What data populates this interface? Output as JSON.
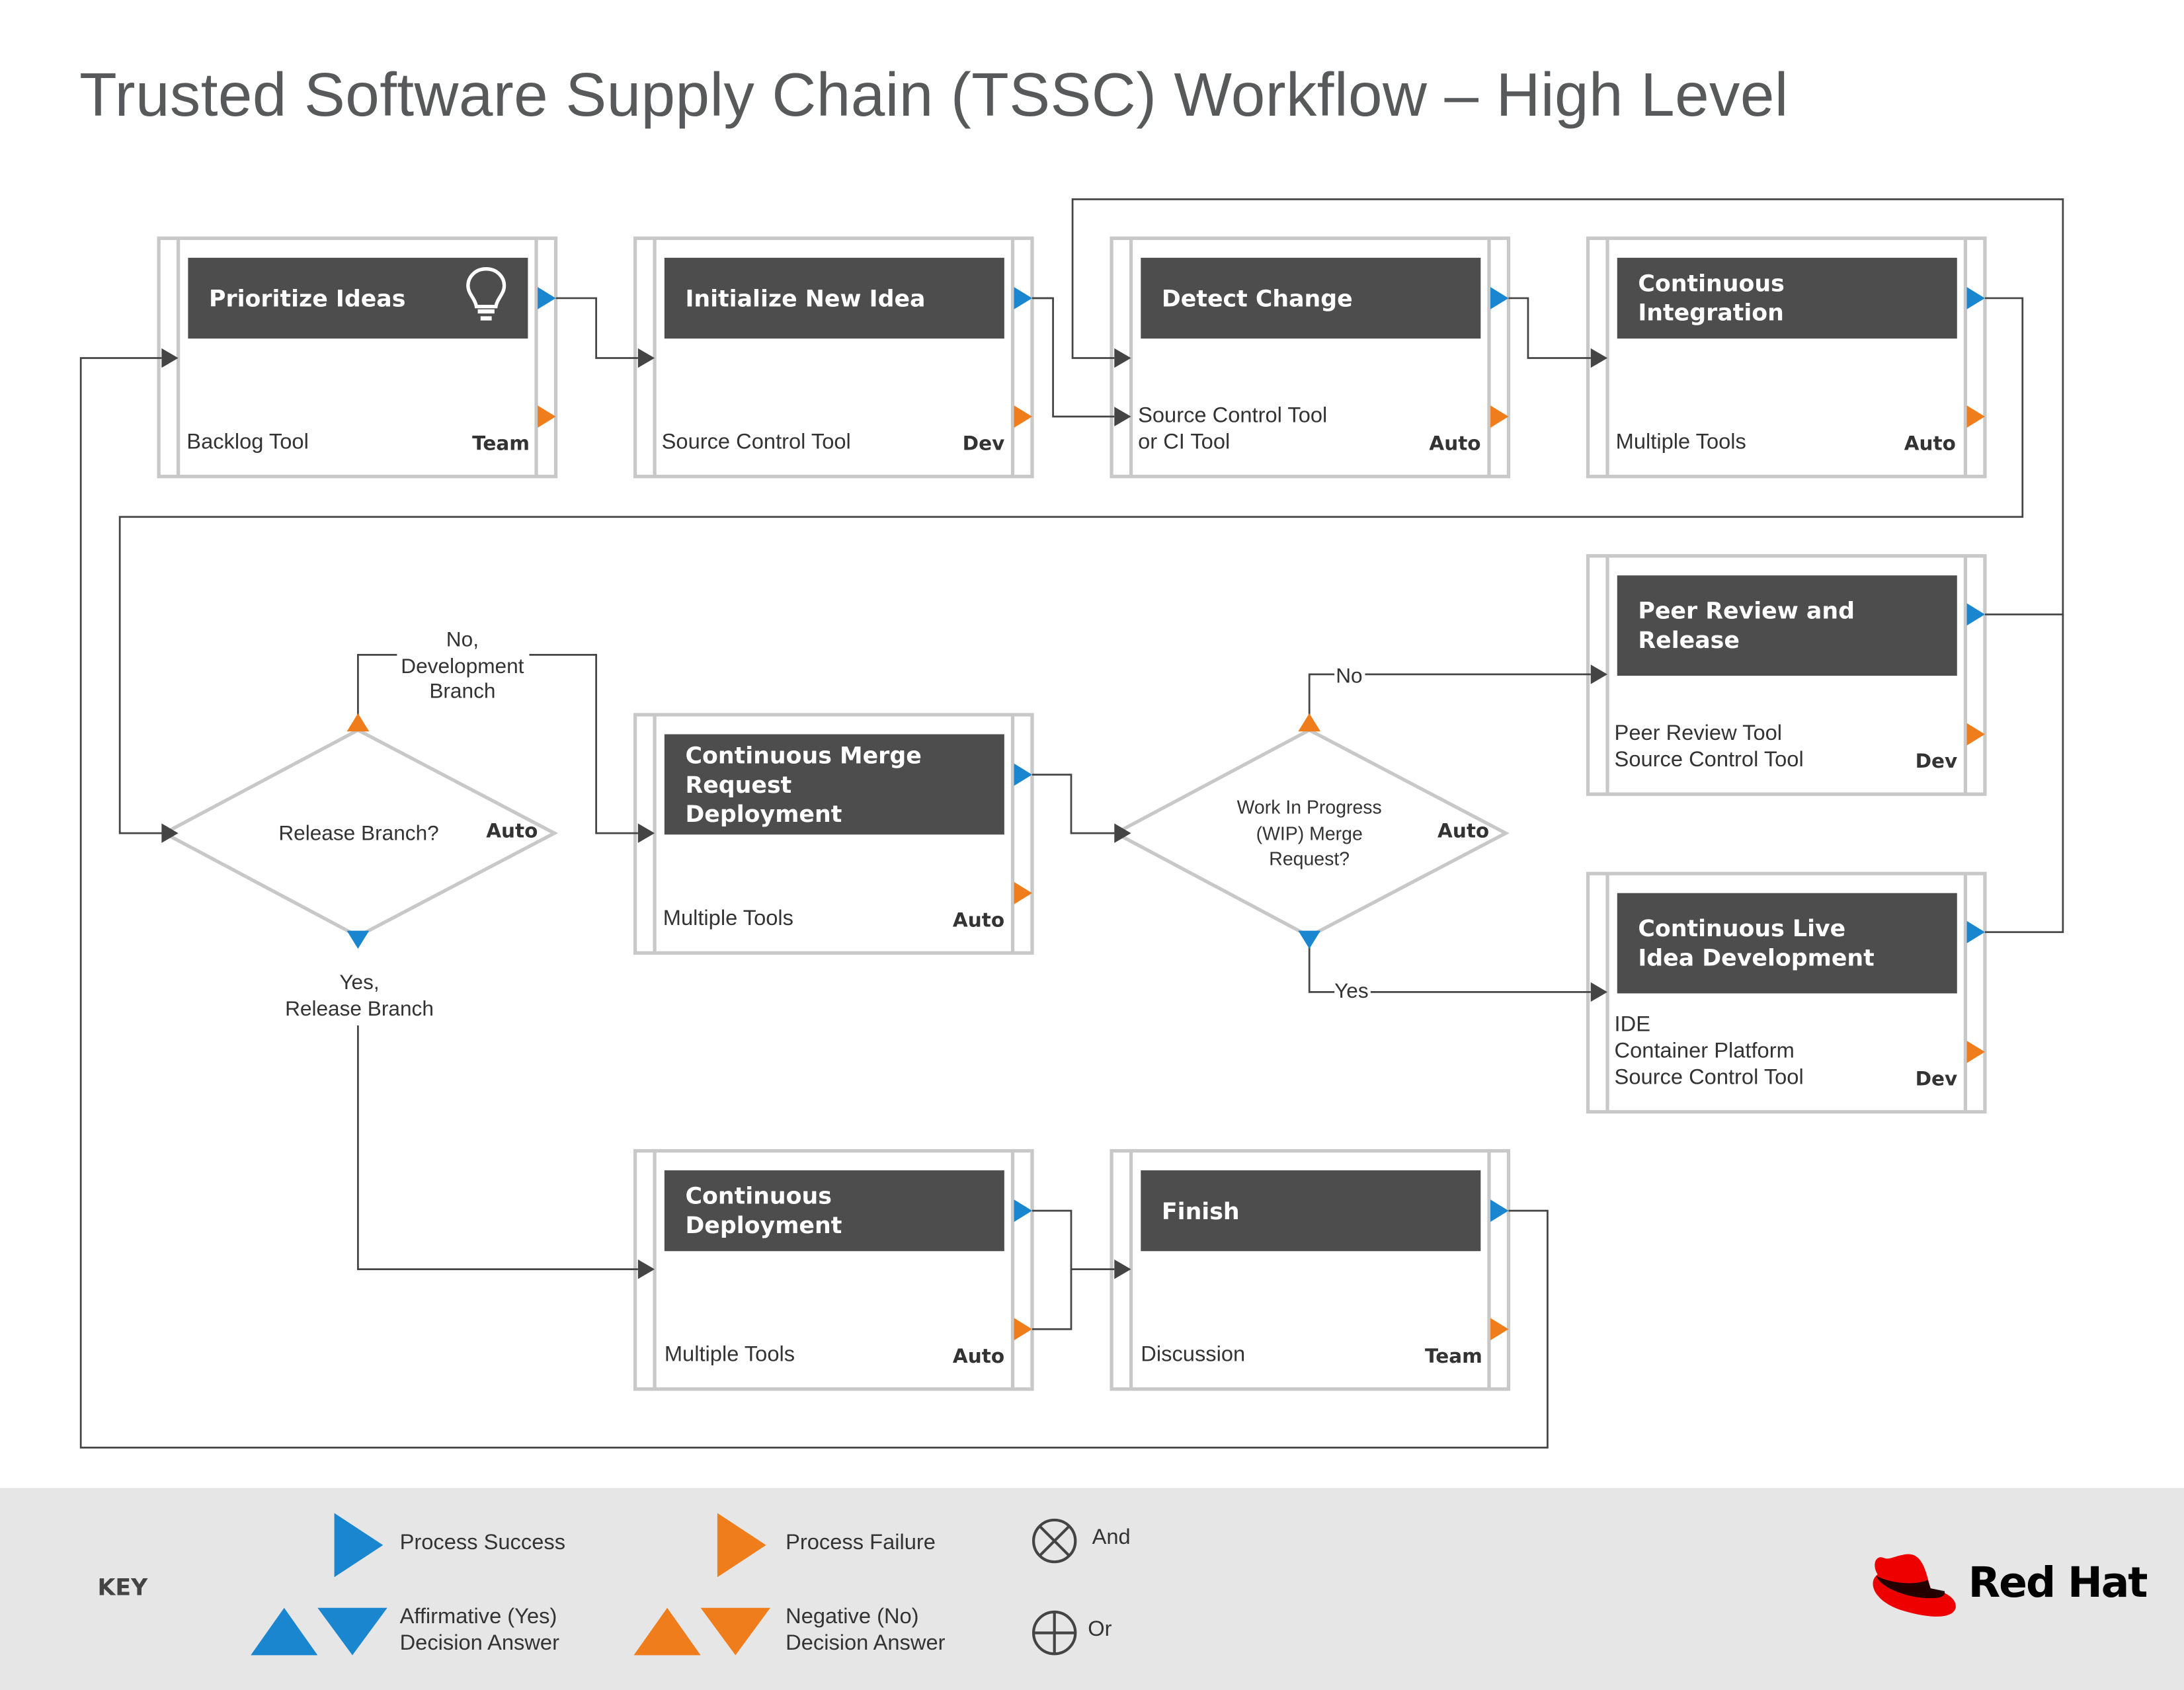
{
  "title": "Trusted Software Supply Chain (TSSC) Workflow – High Level",
  "colors": {
    "success": "#1a86d0",
    "failure": "#ef7d1b",
    "header_bg": "#4d4d4d",
    "frame": "#c8c8c8",
    "connector": "#444444",
    "key_bg": "#e6e6e6",
    "brand_red": "#ee0000"
  },
  "cards": {
    "prioritize": {
      "title": "Prioritize Ideas",
      "tool": "Backlog Tool",
      "role": "Team",
      "icon": "lightbulb-icon"
    },
    "initialize": {
      "title": "Initialize New Idea",
      "tool": "Source Control Tool",
      "role": "Dev"
    },
    "detect": {
      "title": "Detect Change",
      "tool_line1": "Source Control Tool",
      "tool_line2": "or CI Tool",
      "role": "Auto"
    },
    "ci": {
      "title_line1": "Continuous",
      "title_line2": "Integration",
      "tool": "Multiple Tools",
      "role": "Auto"
    },
    "peer": {
      "title_line1": "Peer Review and",
      "title_line2": "Release",
      "tool_line1": "Peer Review Tool",
      "tool_line2": "Source Control Tool",
      "role": "Dev"
    },
    "merge": {
      "title_line1": "Continuous Merge",
      "title_line2": "Request",
      "title_line3": "Deployment",
      "tool": "Multiple Tools",
      "role": "Auto"
    },
    "live": {
      "title_line1": "Continuous Live",
      "title_line2": "Idea Development",
      "tool_line1": "IDE",
      "tool_line2": "Container Platform",
      "tool_line3": "Source Control Tool",
      "role": "Dev"
    },
    "deploy": {
      "title_line1": "Continuous",
      "title_line2": "Deployment",
      "tool": "Multiple Tools",
      "role": "Auto"
    },
    "finish": {
      "title": "Finish",
      "tool": "Discussion",
      "role": "Team"
    }
  },
  "decisions": {
    "release": {
      "question": "Release Branch?",
      "role": "Auto",
      "no_line1": "No,",
      "no_line2": "Development",
      "no_line3": "Branch",
      "yes_line1": "Yes,",
      "yes_line2": "Release Branch"
    },
    "wip": {
      "question_line1": "Work In Progress",
      "question_line2": "(WIP) Merge",
      "question_line3": "Request?",
      "role": "Auto",
      "no": "No",
      "yes": "Yes"
    }
  },
  "key": {
    "heading": "KEY",
    "process_success": "Process Success",
    "process_failure": "Process Failure",
    "affirmative_line1": "Affirmative (Yes)",
    "affirmative_line2": "Decision Answer",
    "negative_line1": "Negative (No)",
    "negative_line2": "Decision Answer",
    "and": "And",
    "or": "Or"
  },
  "brand": {
    "name": "Red Hat",
    "logo_icon": "red-hat-logo-icon"
  }
}
